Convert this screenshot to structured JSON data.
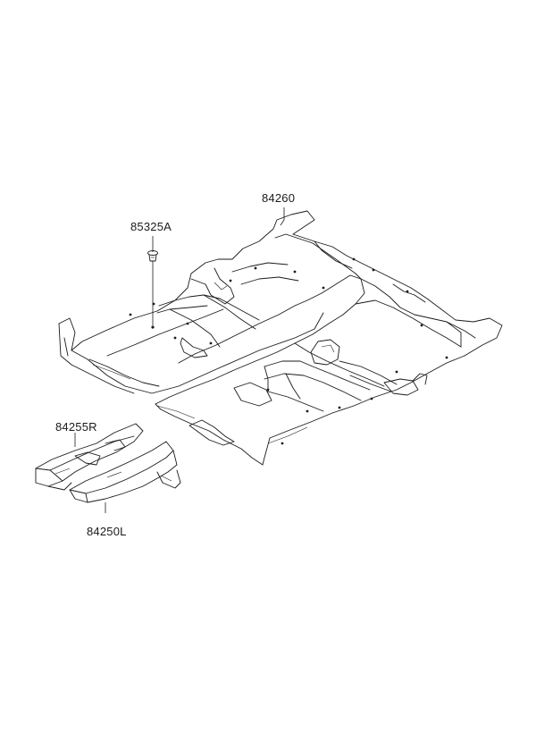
{
  "parts": [
    {
      "id": "carpet_main",
      "number": "84260"
    },
    {
      "id": "clip",
      "number": "85325A"
    },
    {
      "id": "rear_pad_right",
      "number": "84255R"
    },
    {
      "id": "rear_pad_left",
      "number": "84250L"
    }
  ],
  "colors": {
    "line": "#1a1a1a",
    "background": "#ffffff"
  }
}
